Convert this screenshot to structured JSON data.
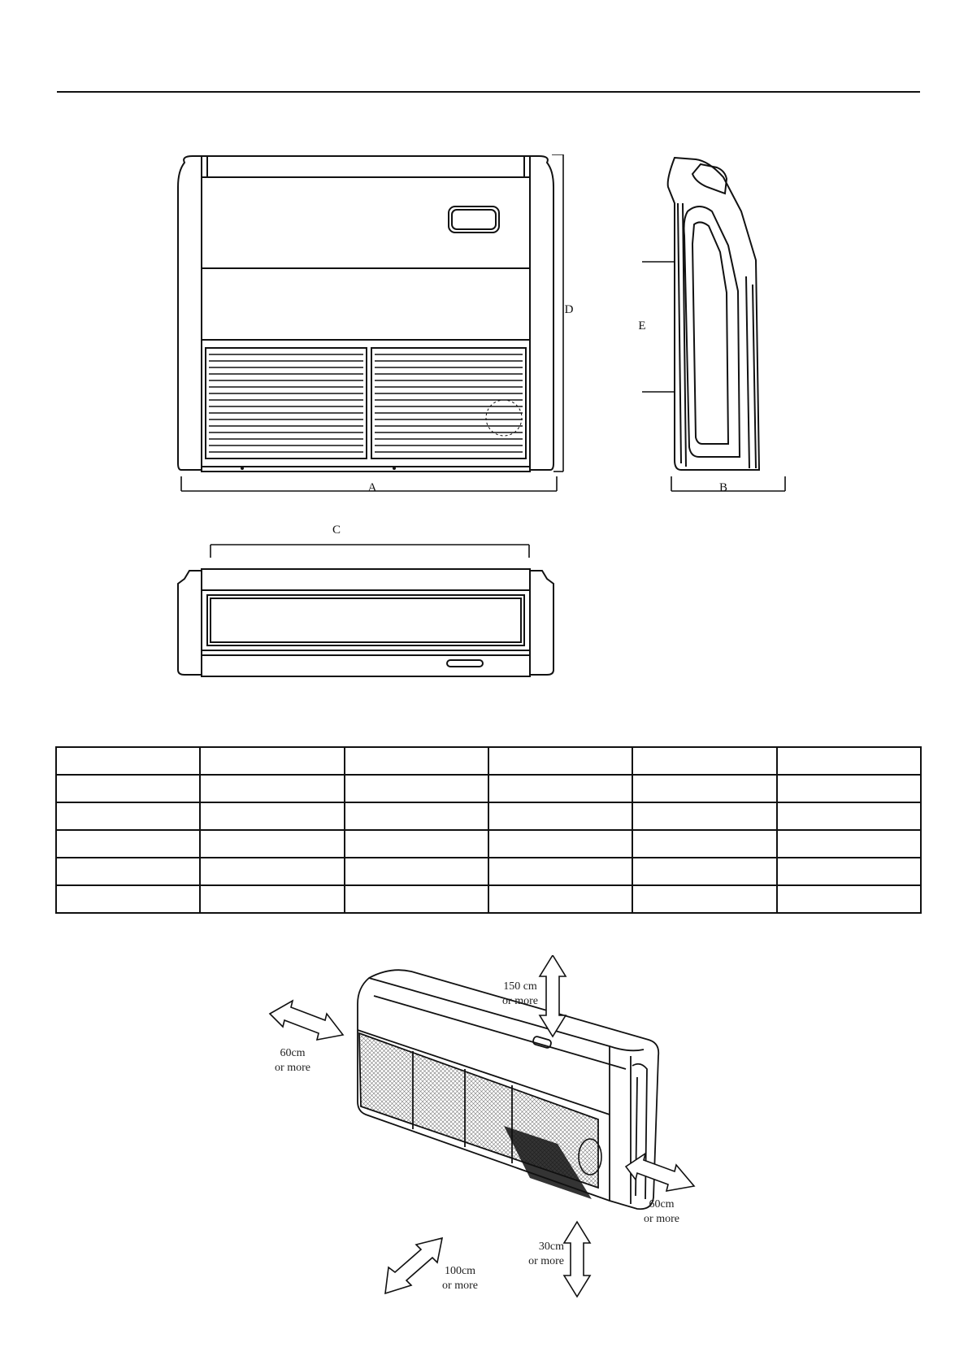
{
  "diagram_labels": {
    "A": "A",
    "B": "B",
    "C": "C",
    "D": "D",
    "E": "E"
  },
  "dimension_table": {
    "rows": [
      [
        "",
        "",
        "",
        "",
        "",
        ""
      ],
      [
        "",
        "",
        "",
        "",
        "",
        ""
      ],
      [
        "",
        "",
        "",
        "",
        "",
        ""
      ],
      [
        "",
        "",
        "",
        "",
        "",
        ""
      ],
      [
        "",
        "",
        "",
        "",
        "",
        ""
      ],
      [
        "",
        "",
        "",
        "",
        "",
        ""
      ]
    ]
  },
  "clearances": {
    "top": {
      "value": "150 cm",
      "suffix": "or more"
    },
    "left": {
      "value": "60cm",
      "suffix": "or more"
    },
    "right": {
      "value": "60cm",
      "suffix": "or more"
    },
    "front": {
      "value": "100cm",
      "suffix": "or more"
    },
    "bottom": {
      "value": "30cm",
      "suffix": "or more"
    }
  }
}
